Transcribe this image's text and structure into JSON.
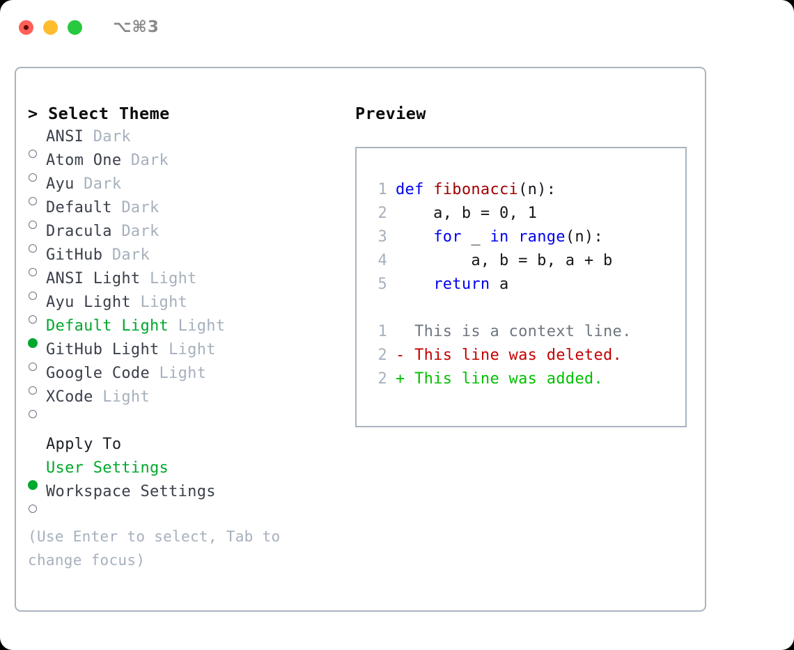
{
  "titlebar": {
    "shortcut": "⌥⌘3",
    "lights": [
      {
        "name": "close",
        "color": "#ff5f57"
      },
      {
        "name": "minimize",
        "color": "#ffbd2e"
      },
      {
        "name": "maximize",
        "color": "#28c840"
      }
    ]
  },
  "theme_section": {
    "header": "> Select Theme",
    "items": [
      {
        "marker": "o",
        "name": "ANSI",
        "tag": "Dark",
        "selected": false
      },
      {
        "marker": "o",
        "name": "Atom One",
        "tag": "Dark",
        "selected": false
      },
      {
        "marker": "o",
        "name": "Ayu",
        "tag": "Dark",
        "selected": false
      },
      {
        "marker": "o",
        "name": "Default",
        "tag": "Dark",
        "selected": false
      },
      {
        "marker": "o",
        "name": "Dracula",
        "tag": "Dark",
        "selected": false
      },
      {
        "marker": "o",
        "name": "GitHub",
        "tag": "Dark",
        "selected": false
      },
      {
        "marker": "o",
        "name": "ANSI Light",
        "tag": "Light",
        "selected": false
      },
      {
        "marker": "o",
        "name": "Ayu Light",
        "tag": "Light",
        "selected": false
      },
      {
        "marker": "●",
        "name": "Default Light",
        "tag": "Light",
        "selected": true
      },
      {
        "marker": "o",
        "name": "GitHub Light",
        "tag": "Light",
        "selected": false
      },
      {
        "marker": "o",
        "name": "Google Code",
        "tag": "Light",
        "selected": false
      },
      {
        "marker": "o",
        "name": "XCode",
        "tag": "Light",
        "selected": false
      }
    ]
  },
  "apply_section": {
    "header": "Apply To",
    "items": [
      {
        "marker": "●",
        "name": "User Settings",
        "selected": true
      },
      {
        "marker": "o",
        "name": "Workspace Settings",
        "selected": false
      }
    ]
  },
  "hint": "(Use Enter to select, Tab to change focus)",
  "preview": {
    "title": "Preview",
    "code_lines": [
      {
        "no": "1",
        "tokens": [
          {
            "t": "def ",
            "c": "kw"
          },
          {
            "t": "fibonacci",
            "c": "fn"
          },
          {
            "t": "(n):",
            "c": "plain"
          }
        ]
      },
      {
        "no": "2",
        "tokens": [
          {
            "t": "    a, b = 0, 1",
            "c": "plain"
          }
        ]
      },
      {
        "no": "3",
        "tokens": [
          {
            "t": "    ",
            "c": "plain"
          },
          {
            "t": "for",
            "c": "kw"
          },
          {
            "t": " _ ",
            "c": "plain"
          },
          {
            "t": "in",
            "c": "kw"
          },
          {
            "t": " ",
            "c": "plain"
          },
          {
            "t": "range",
            "c": "kw"
          },
          {
            "t": "(n):",
            "c": "plain"
          }
        ]
      },
      {
        "no": "4",
        "tokens": [
          {
            "t": "        a, b = b, a + b",
            "c": "plain"
          }
        ]
      },
      {
        "no": "5",
        "tokens": [
          {
            "t": "    ",
            "c": "plain"
          },
          {
            "t": "return",
            "c": "kw"
          },
          {
            "t": " a",
            "c": "plain"
          }
        ]
      }
    ],
    "diff_lines": [
      {
        "no": "1",
        "tokens": [
          {
            "t": "  This is a context line.",
            "c": "ctx"
          }
        ]
      },
      {
        "no": "2",
        "tokens": [
          {
            "t": "- This line was deleted.",
            "c": "del"
          }
        ]
      },
      {
        "no": "2",
        "tokens": [
          {
            "t": "+ This line was added.",
            "c": "add"
          }
        ]
      }
    ]
  },
  "colors": {
    "accent_green": "#00a82d",
    "tag_gray": "#a6b0bd",
    "keyword_blue": "#0000ee",
    "function_red": "#a00000",
    "diff_deleted": "#c40000",
    "diff_added": "#00c000",
    "border": "#a9b3bf"
  }
}
